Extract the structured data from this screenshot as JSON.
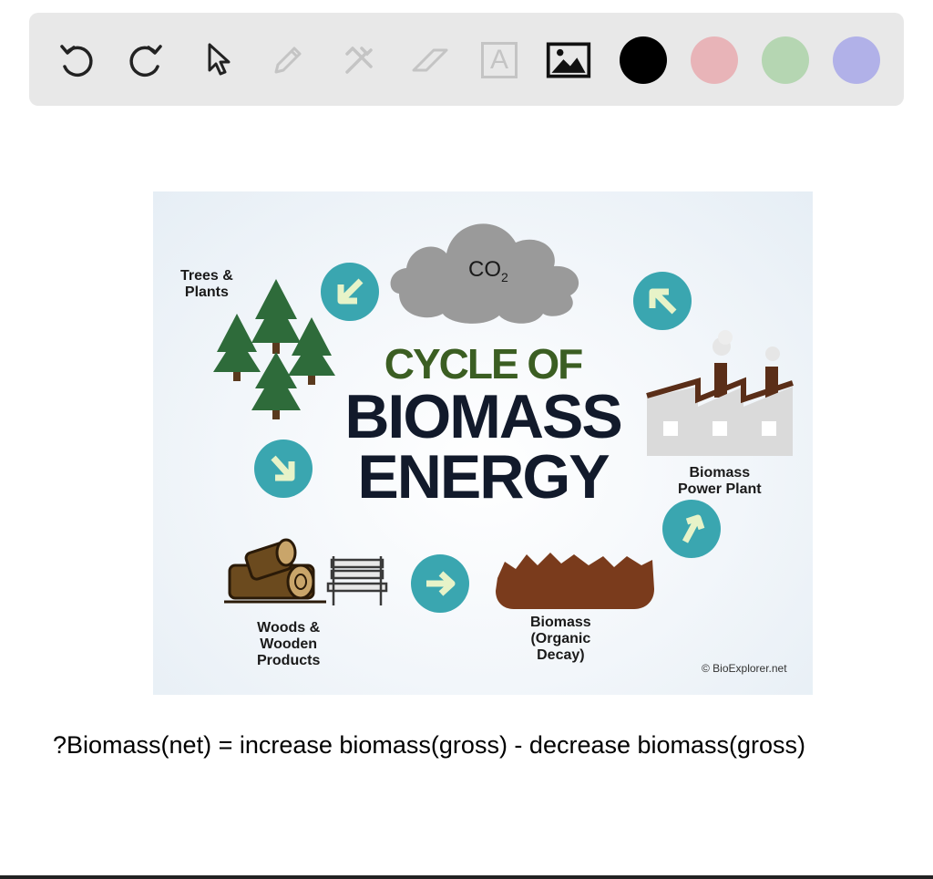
{
  "toolbar": {
    "tools": [
      {
        "name": "undo-icon",
        "enabled": true
      },
      {
        "name": "redo-icon",
        "enabled": true
      },
      {
        "name": "pointer-icon",
        "enabled": true
      },
      {
        "name": "pencil-icon",
        "enabled": false
      },
      {
        "name": "tools-icon",
        "enabled": false
      },
      {
        "name": "eraser-icon",
        "enabled": false
      },
      {
        "name": "text-icon",
        "enabled": false,
        "glyph": "A"
      },
      {
        "name": "image-icon",
        "enabled": true
      }
    ],
    "colors": [
      "#000000",
      "#e8b4b8",
      "#b5d6b2",
      "#b1b1e8"
    ]
  },
  "figure": {
    "co2": "CO",
    "co2_sub": "2",
    "title_line1": "CYCLE OF",
    "title_line2": "BIOMASS",
    "title_line3": "ENERGY",
    "trees_label": "Trees &\nPlants",
    "woods_label": "Woods &\nWooden\nProducts",
    "decay_label": "Biomass\n(Organic\nDecay)",
    "plant_label": "Biomass\nPower Plant",
    "copyright": "© BioExplorer.net",
    "colors": {
      "arrow_circle": "#3aa6b0",
      "tree": "#2e6b3a",
      "soil": "#7a3b1c",
      "cloud": "#9a9a9a",
      "factory": "#dadada",
      "title_green": "#3b5e22"
    }
  },
  "formula": "?Biomass(net) = increase biomass(gross) - decrease biomass(gross)"
}
